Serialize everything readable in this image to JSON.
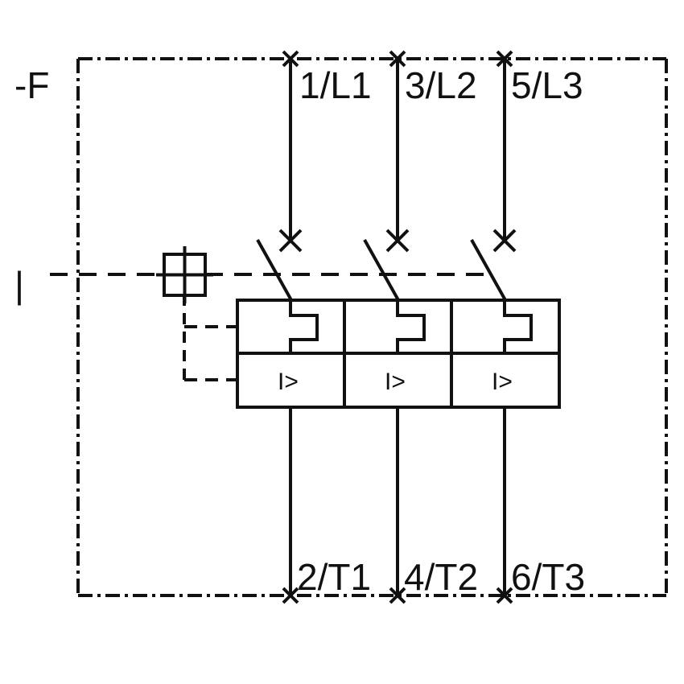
{
  "diagram": {
    "device_label": "-F",
    "operating_mark": "|",
    "terminals_top": [
      "1/L1",
      "3/L2",
      "5/L3"
    ],
    "terminals_bottom": [
      "2/T1",
      "4/T2",
      "6/T3"
    ],
    "trip_symbol": "I>",
    "icons": {
      "device_frame": "dashed-rectangle",
      "mechanical_link": "dashed-line",
      "manual_operator": "square-cross-icon",
      "terminal": "x-mark-icon",
      "contact": "switch-contact-icon",
      "thermal_element": "thermal-release-icon"
    },
    "colors": {
      "line": "#111111",
      "background": "#ffffff"
    }
  }
}
